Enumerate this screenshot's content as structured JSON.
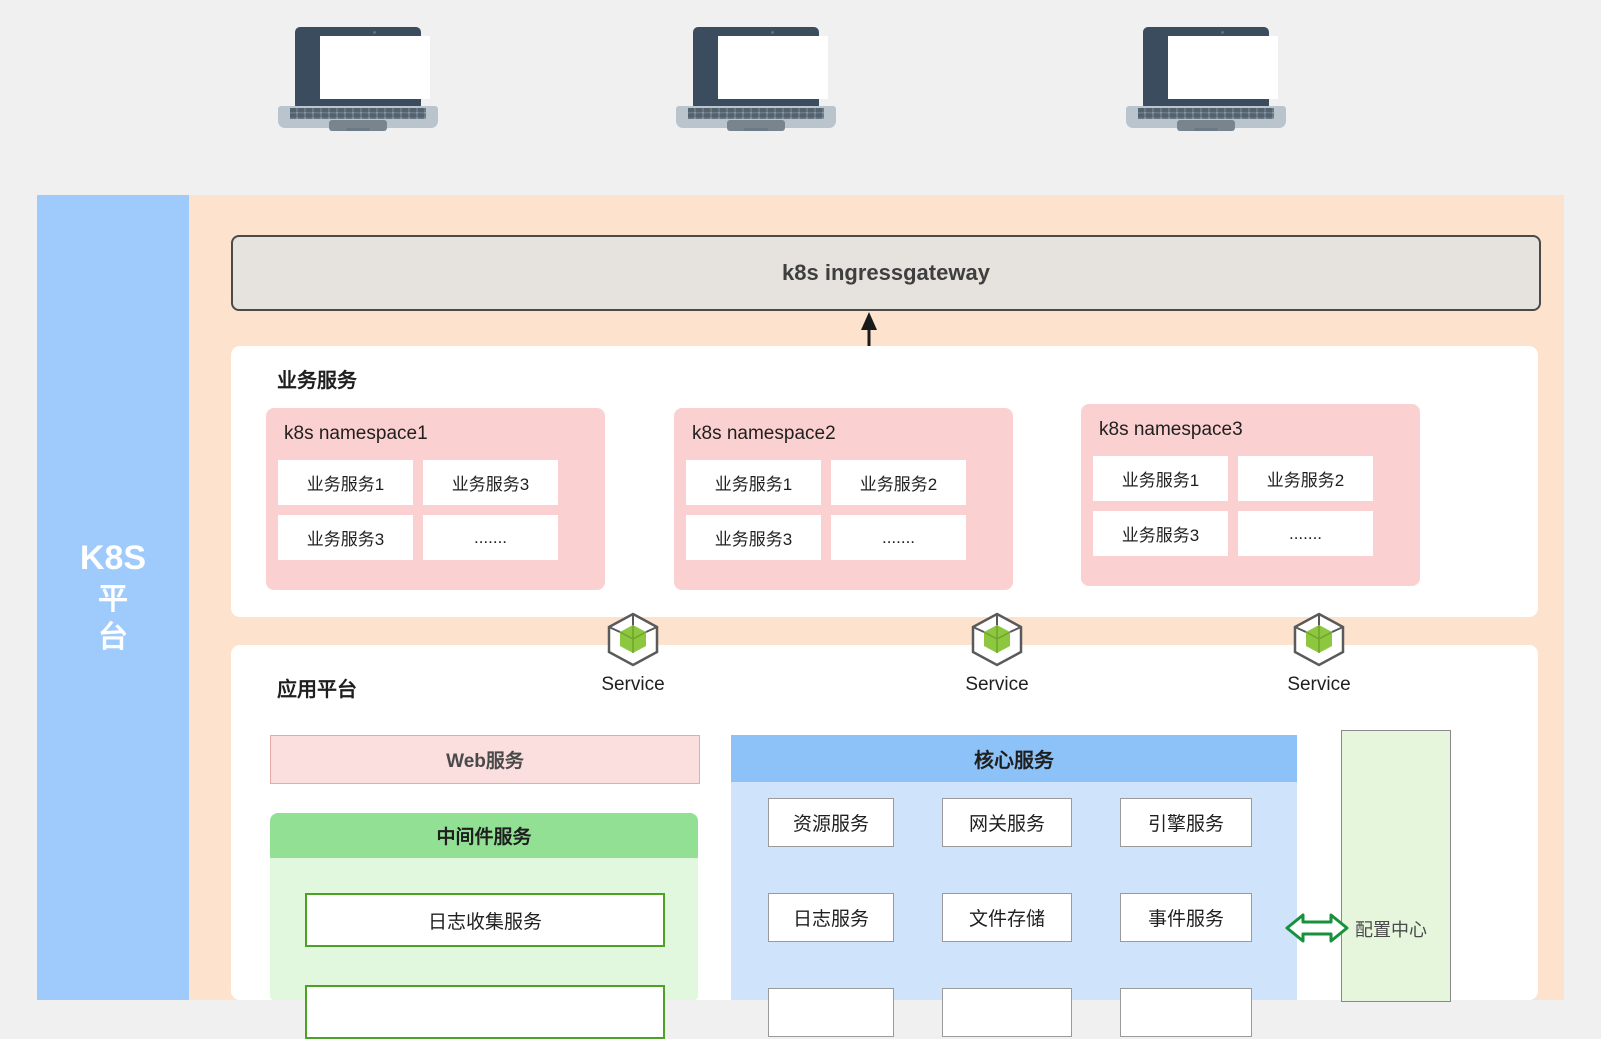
{
  "background_color": "#f0f0f0",
  "clients": {
    "icon": "laptop-icon",
    "count": 3,
    "items": [
      {
        "name": "client-laptop-1"
      },
      {
        "name": "client-laptop-2"
      },
      {
        "name": "client-laptop-3"
      }
    ]
  },
  "platform": {
    "sidebar": {
      "lines": [
        "K8S",
        "平",
        "台"
      ],
      "color": "#9ecbfb"
    },
    "panel_color": "#fde3cd",
    "gateway": {
      "label": "k8s ingressgateway",
      "fill": "#e6e3df",
      "border": "#4a4a4a"
    },
    "business": {
      "title": "业务服务",
      "namespaces": [
        {
          "title": "k8s namespace1",
          "cells": [
            "业务服务1",
            "业务服务3",
            "业务服务3",
            "......."
          ]
        },
        {
          "title": "k8s namespace2",
          "cells": [
            "业务服务1",
            "业务服务2",
            "业务服务3",
            "......."
          ]
        },
        {
          "title": "k8s namespace3",
          "cells": [
            "业务服务1",
            "业务服务2",
            "业务服务3",
            "......."
          ]
        }
      ],
      "fill": "#fbd0d0"
    },
    "services": [
      {
        "label": "Service",
        "icon": "cube-icon"
      },
      {
        "label": "Service",
        "icon": "cube-icon"
      },
      {
        "label": "Service",
        "icon": "cube-icon"
      }
    ],
    "app_platform": {
      "title": "应用平台",
      "web": {
        "label": "Web服务",
        "fill": "#fbdede",
        "border": "#e8a9a9"
      },
      "middleware": {
        "title": "中间件服务",
        "header_fill": "#92e093",
        "body_fill": "#e2f8de",
        "items": [
          "日志收集服务",
          ""
        ]
      },
      "core": {
        "title": "核心服务",
        "header_fill": "#8cc2f7",
        "body_fill": "#cfe4fb",
        "cells": [
          "资源服务",
          "网关服务",
          "引擎服务",
          "日志服务",
          "文件存储",
          "事件服务",
          "",
          "",
          ""
        ]
      },
      "config_center": {
        "label": "配置中心",
        "fill": "#e6f6dd",
        "arrow_color": "#17913c",
        "arrow_icon": "double-arrow-icon"
      }
    }
  }
}
